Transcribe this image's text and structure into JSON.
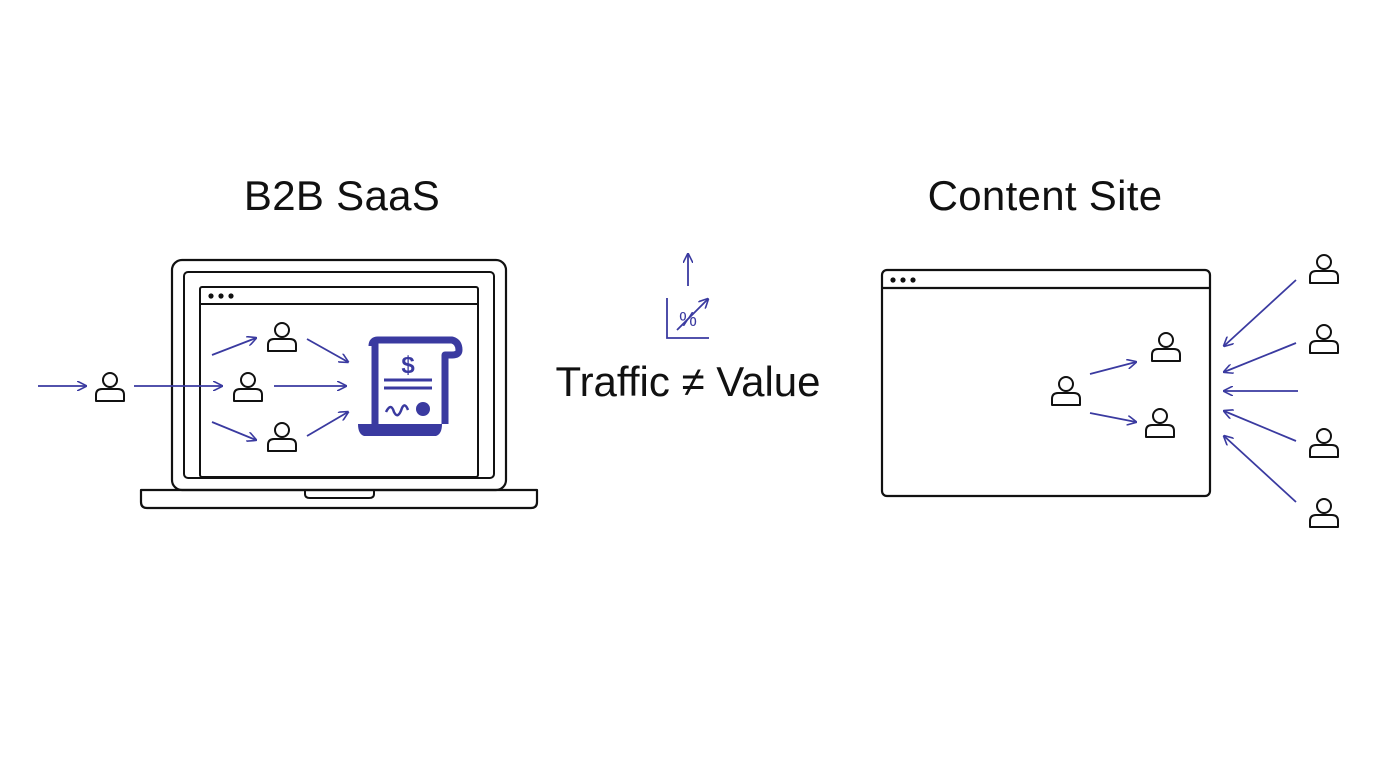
{
  "left": {
    "title": "B2B SaaS",
    "invoice_symbol": "$"
  },
  "center": {
    "label": "Traffic ≠ Value",
    "percent_symbol": "%"
  },
  "right": {
    "title": "Content Site"
  },
  "colors": {
    "ink": "#111111",
    "accent": "#3a3aa0",
    "background": "#ffffff"
  },
  "icons": [
    "laptop-icon",
    "browser-window-icon",
    "user-icon",
    "arrow-icon",
    "invoice-scroll-icon",
    "percent-growth-icon"
  ]
}
